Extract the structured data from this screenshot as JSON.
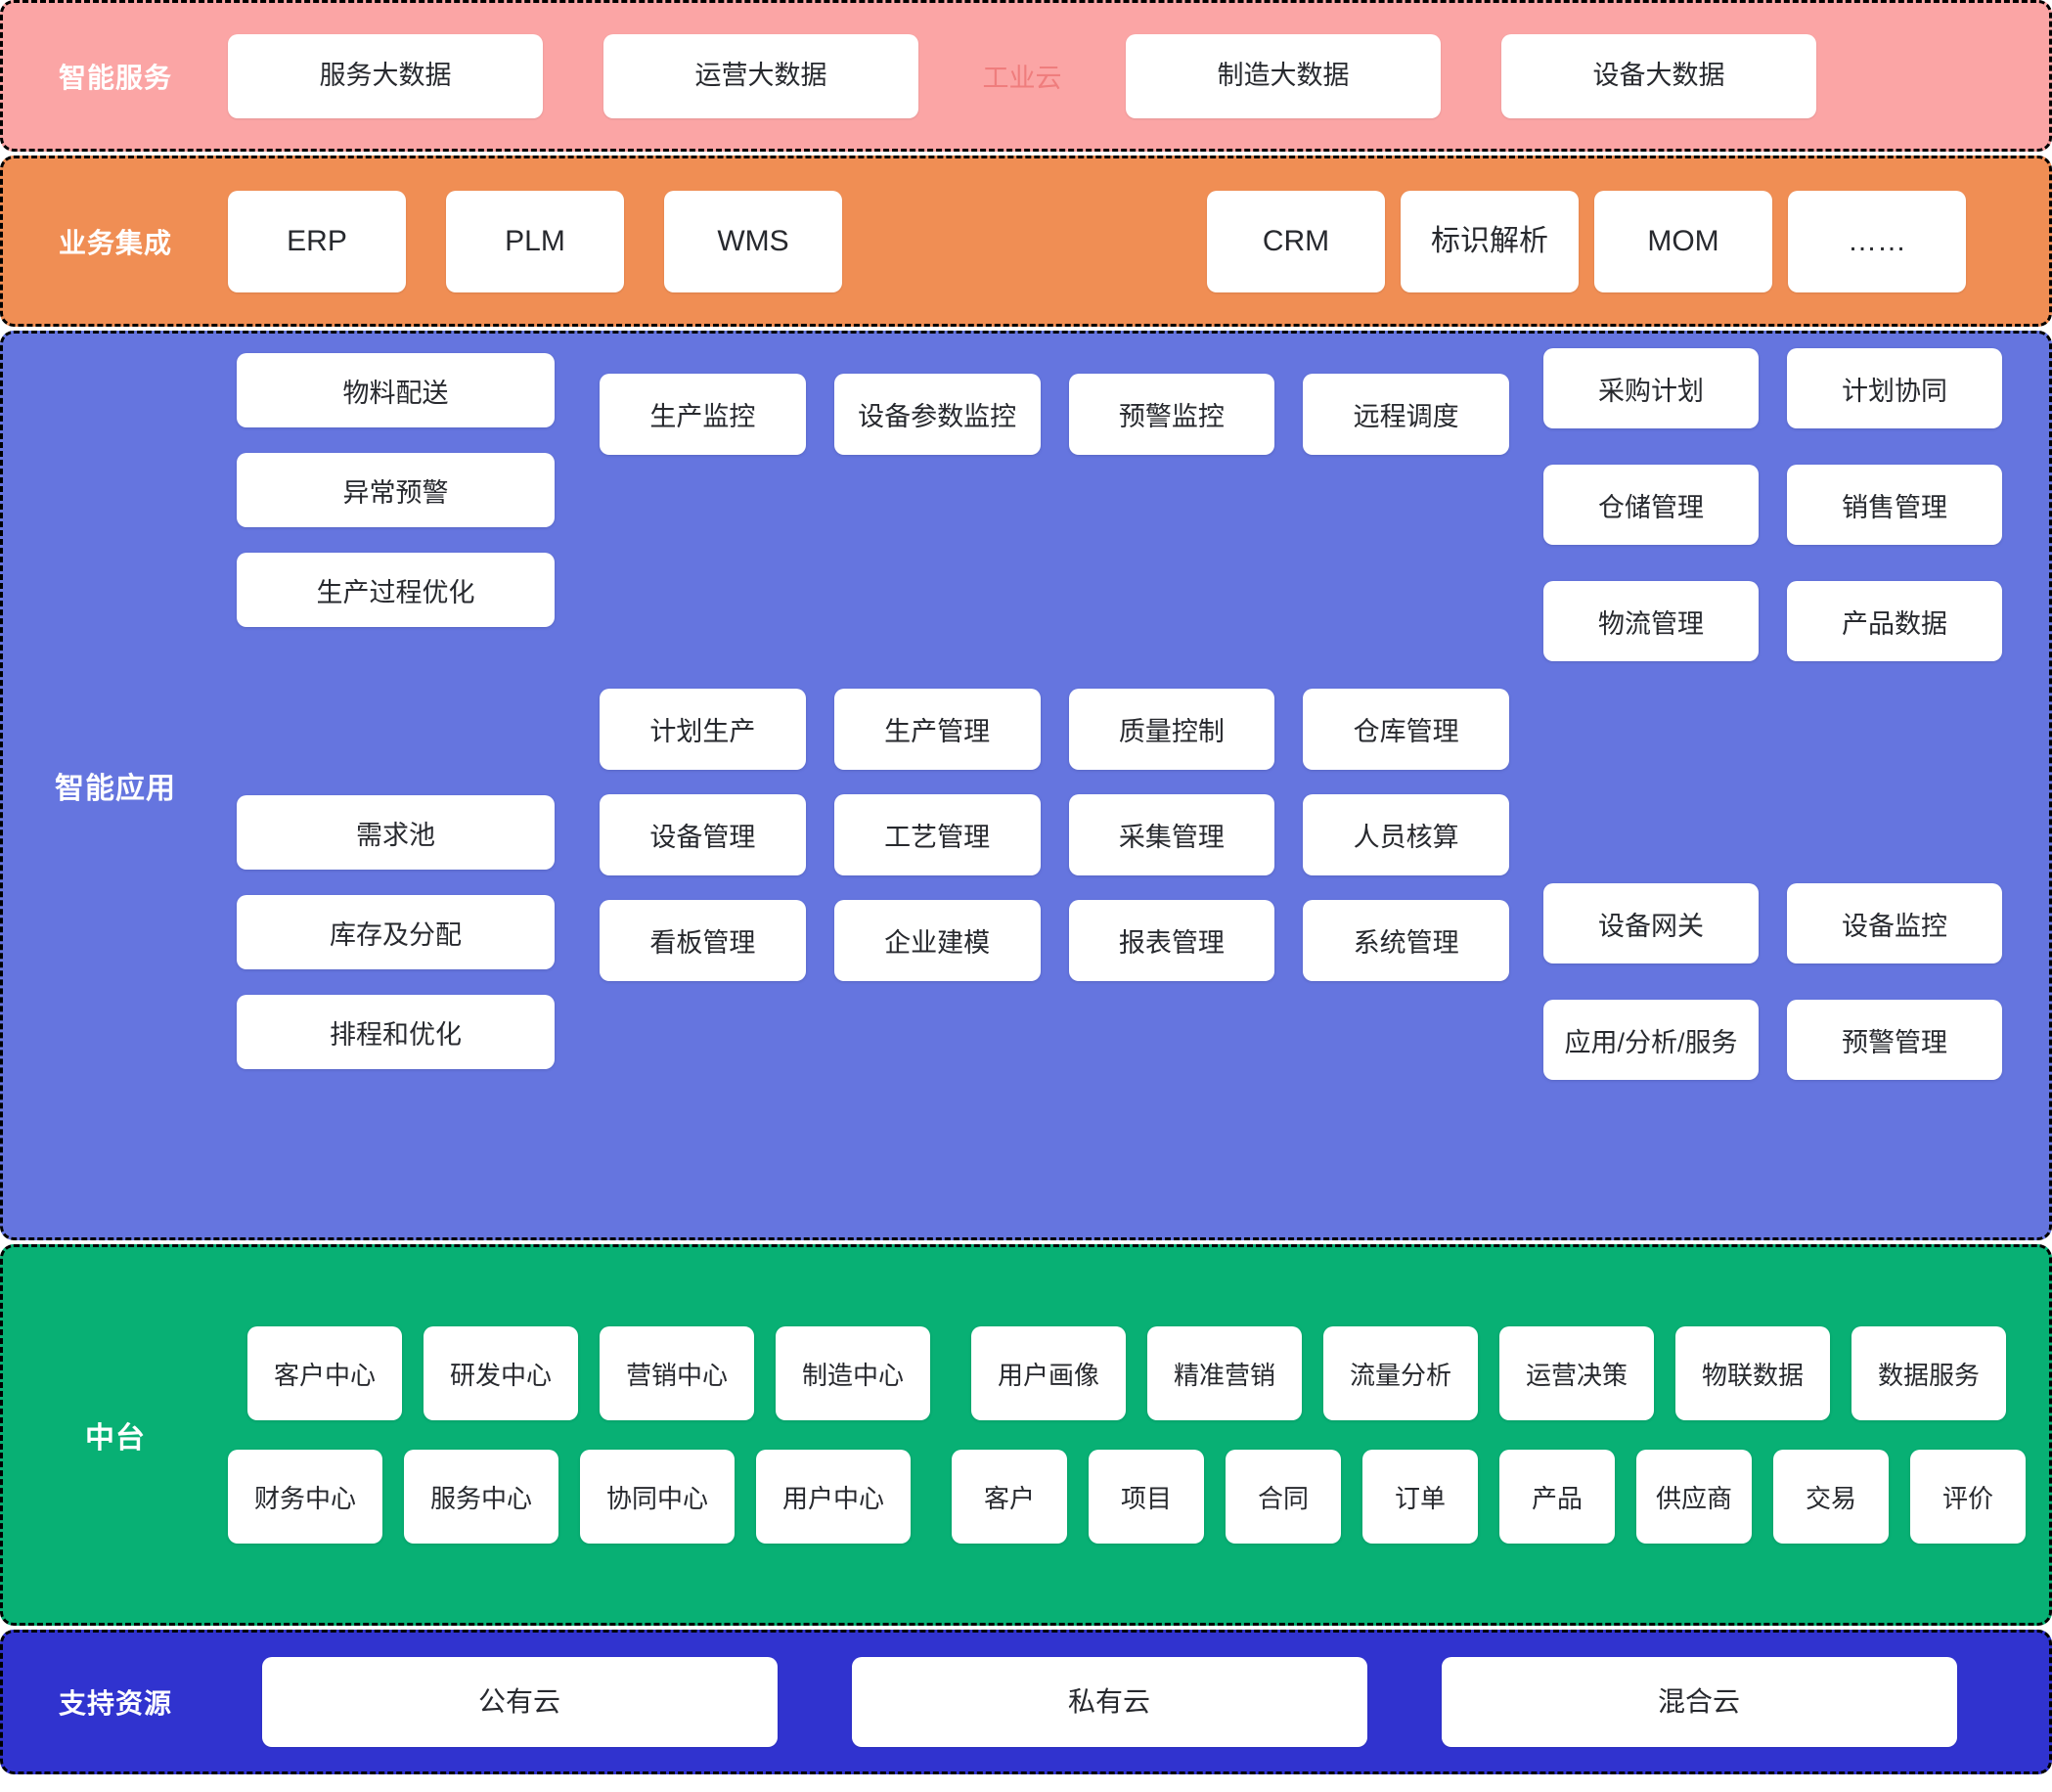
{
  "colors": {
    "service_band": "#fba5a5",
    "service_tag_text": "#ef7d7d",
    "business_band": "#f08e54",
    "application_band": "#6575df",
    "middle_platform_band": "#08b074",
    "resource_band": "#3033cf",
    "card_bg": "#ffffff",
    "card_text": "#27292e",
    "band_label_text": "#ffffff",
    "band_border": "#000000"
  },
  "bands": {
    "service": {
      "label": "智能服务",
      "cards_left": [
        "服务大数据",
        "运营大数据"
      ],
      "plain_tag": "工业云",
      "cards_right": [
        "制造大数据",
        "设备大数据"
      ]
    },
    "business": {
      "label": "业务集成",
      "left_cards": [
        "ERP",
        "PLM",
        "WMS"
      ],
      "right_cards": [
        "CRM",
        "标识解析",
        "MOM",
        "……"
      ]
    },
    "application": {
      "label": "智能应用",
      "left_column": [
        "物料配送",
        "异常预警",
        "生产过程优化",
        "需求池",
        "库存及分配",
        "排程和优化"
      ],
      "center_rows": [
        [
          "生产监控",
          "设备参数监控",
          "预警监控",
          "远程调度"
        ],
        [
          "计划生产",
          "生产管理",
          "质量控制",
          "仓库管理"
        ],
        [
          "设备管理",
          "工艺管理",
          "采集管理",
          "人员核算"
        ],
        [
          "看板管理",
          "企业建模",
          "报表管理",
          "系统管理"
        ]
      ],
      "right_rows": [
        [
          "采购计划",
          "计划协同"
        ],
        [
          "仓储管理",
          "销售管理"
        ],
        [
          "物流管理",
          "产品数据"
        ],
        [
          "设备网关",
          "设备监控"
        ],
        [
          "应用/分析/服务",
          "预警管理"
        ]
      ]
    },
    "middle_platform": {
      "label": "中台",
      "row1_group1": [
        "客户中心",
        "研发中心",
        "营销中心",
        "制造中心"
      ],
      "row1_group2": [
        "用户画像",
        "精准营销",
        "流量分析",
        "运营决策",
        "物联数据",
        "数据服务"
      ],
      "row2_group1": [
        "财务中心",
        "服务中心",
        "协同中心",
        "用户中心"
      ],
      "row2_group2": [
        "客户",
        "项目",
        "合同",
        "订单",
        "产品",
        "供应商",
        "交易",
        "评价"
      ]
    },
    "resources": {
      "label": "支持资源",
      "cards": [
        "公有云",
        "私有云",
        "混合云"
      ]
    }
  }
}
